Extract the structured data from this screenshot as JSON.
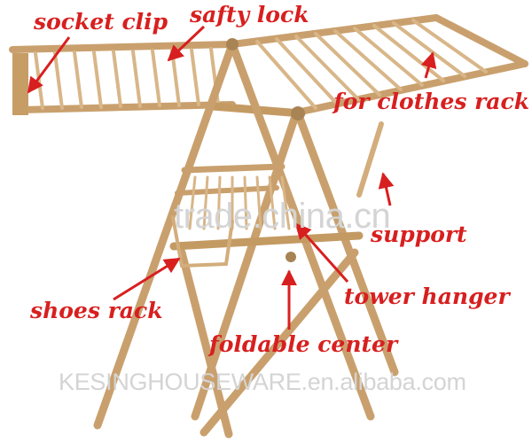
{
  "labels": {
    "socket_clip": "socket clip",
    "safety_lock": "safty lock",
    "clothes_rack": "for clothes rack",
    "support": "support",
    "tower_hanger": "tower hanger",
    "shoes_rack": "shoes rack",
    "foldable_center": "foldable center"
  },
  "watermarks": {
    "center": "trade.china.cn",
    "bottom": "KESINGHOUSEWARE.en.alibaba.com"
  },
  "colors": {
    "label": "#d81f1f",
    "rack": "#d3ad7c",
    "rack_dark": "#a88455",
    "watermark": "#d4d4d4"
  }
}
